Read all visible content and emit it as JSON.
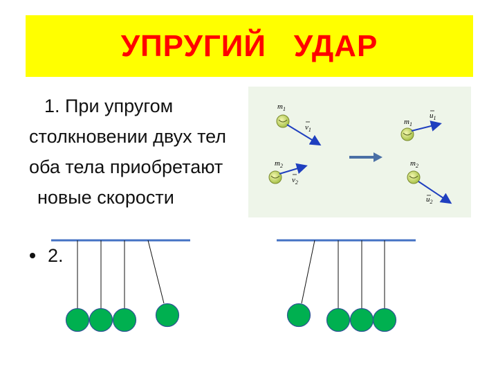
{
  "title": "УПРУГИЙ   УДАР",
  "text_lines": [
    "1. При упругом",
    "столкновении двух тел",
    "оба тела приобретают",
    "новые скорости"
  ],
  "bullet": "2.",
  "diagram_labels": {
    "before_m1": "m",
    "before_m1_sub": "1",
    "before_v1": "v",
    "before_v1_sub": "1",
    "before_m2": "m",
    "before_m2_sub": "2",
    "before_v2": "v",
    "before_v2_sub": "2",
    "after_m1": "m",
    "after_m1_sub": "1",
    "after_u1": "u",
    "after_u1_sub": "1",
    "after_m2": "m",
    "after_m2_sub": "2",
    "after_u2": "u",
    "after_u2_sub": "2"
  },
  "colors": {
    "banner": "#ffff00",
    "title": "#ff0000",
    "ball": "#00b050",
    "bar": "#4472c4",
    "vector_arrow": "#1f3fbf",
    "transition_arrow": "#4a6fa5"
  }
}
